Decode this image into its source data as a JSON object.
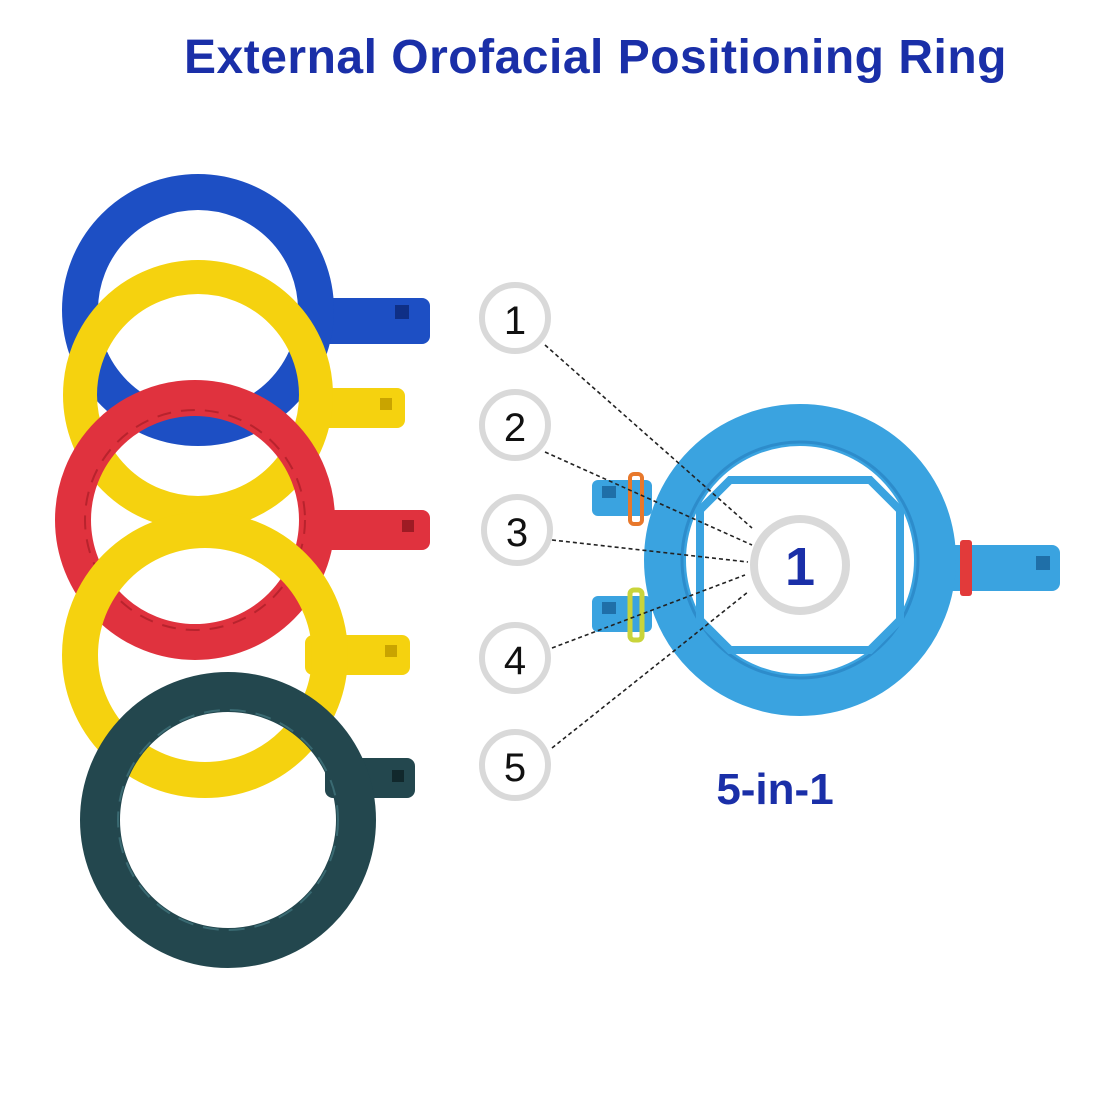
{
  "title": "External Orofacial Positioning Ring",
  "caption": "5-in-1",
  "center_badge": "1",
  "callouts": [
    "1",
    "2",
    "3",
    "4",
    "5"
  ],
  "colors": {
    "title": "#1a2fa8",
    "ring_blue": "#1d4fc4",
    "ring_yellow": "#f5d20f",
    "ring_red": "#e0323e",
    "ring_dark_green": "#23474e",
    "ring_light_blue": "#3aa3e0",
    "band_orange": "#e8782b",
    "band_green": "#c9d43a",
    "band_red": "#e23a3a",
    "badge_border": "#d9d9d9"
  }
}
